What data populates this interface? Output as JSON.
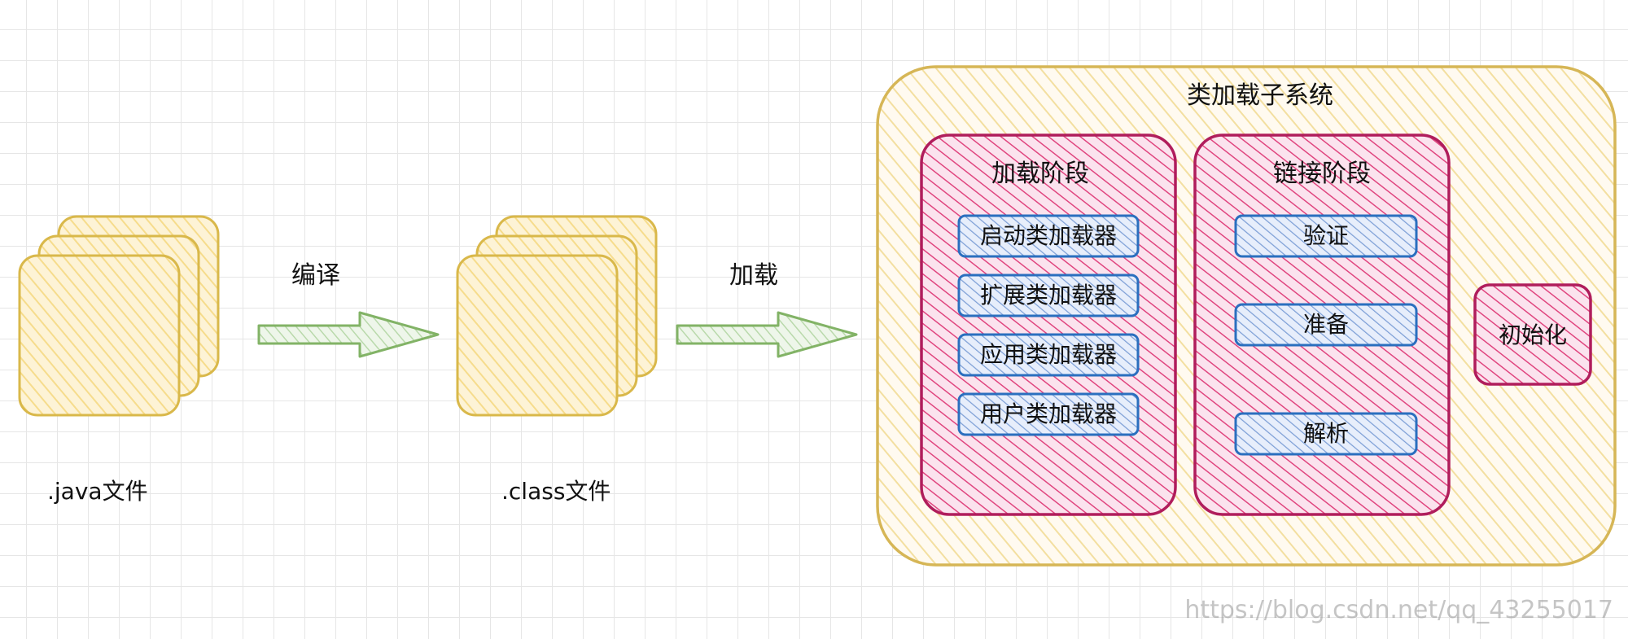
{
  "labels": {
    "java_file": ".java文件",
    "class_file": ".class文件",
    "compile": "编译",
    "load": "加载",
    "subsystem_title": "类加载子系统",
    "loading_phase": "加载阶段",
    "linking_phase": "链接阶段",
    "initialization": "初始化"
  },
  "loaders": [
    "启动类加载器",
    "扩展类加载器",
    "应用类加载器",
    "用户类加载器"
  ],
  "linking_steps": [
    "验证",
    "准备",
    "解析"
  ],
  "watermark": "https://blog.csdn.net/qq_43255017",
  "colors": {
    "file_stroke": "#d9b84a",
    "file_fill": "#fde9b4",
    "arrow_stroke": "#82b366",
    "arrow_fill": "#d5e8d4",
    "subsystem_stroke": "#d6b656",
    "subsystem_fill": "#fff2cc",
    "phase_stroke": "#b01d5c",
    "phase_hatch": "#e0457f",
    "item_stroke": "#2a6fbf",
    "item_hatch": "#6c8ebf"
  }
}
